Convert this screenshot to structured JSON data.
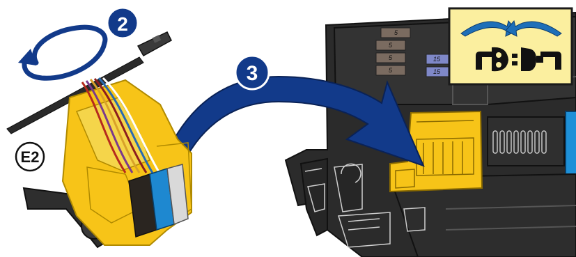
{
  "steps": {
    "rotate": "2",
    "insert": "3"
  },
  "connector": {
    "label": "E2"
  },
  "fuses": {
    "small": [
      "5",
      "5",
      "5",
      "5"
    ],
    "medium": [
      "15",
      "15"
    ]
  },
  "icons": {
    "callout": "connect-plug-icon",
    "rotate": "rotate-arrow-icon",
    "insert": "curved-arrow-icon"
  },
  "colors": {
    "connector": "#f7c418",
    "arrow": "#123a8a",
    "callout_bg": "#fbef9f",
    "fusebox": "#2a2a2a",
    "fuse_small": "#7a6b60",
    "fuse_medium": "#7f88c8",
    "relay_blue": "#1e90d8"
  }
}
